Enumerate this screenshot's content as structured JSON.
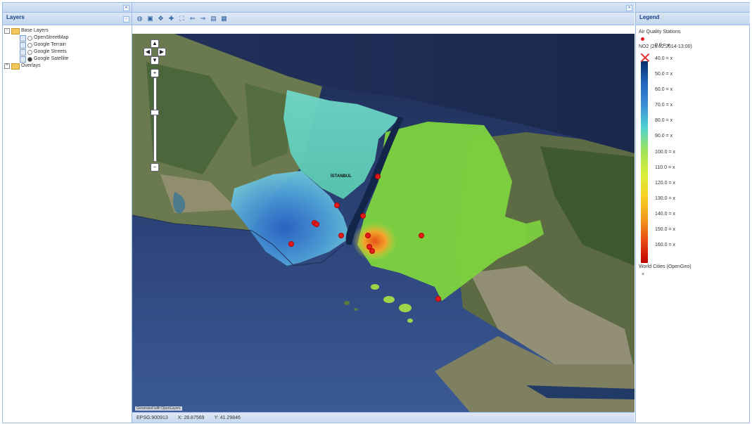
{
  "left_panel": {
    "title": "Layers",
    "tree": [
      {
        "label": "Base Layers",
        "type": "folder",
        "expander": "-"
      },
      {
        "label": "OpenStreetMap",
        "type": "layer",
        "selected": false
      },
      {
        "label": "Google Terrain",
        "type": "layer",
        "selected": false
      },
      {
        "label": "Google Streets",
        "type": "layer",
        "selected": false
      },
      {
        "label": "Google Satellite",
        "type": "layer",
        "selected": true
      },
      {
        "label": "Overlays",
        "type": "folder",
        "expander": "+"
      }
    ]
  },
  "toolbar": {
    "icons": [
      "globe-icon",
      "zoom-box-icon",
      "pan-icon",
      "zoom-in-icon",
      "zoom-extent-icon",
      "back-icon",
      "forward-icon",
      "layer-props-icon",
      "print-icon"
    ],
    "glyphs": [
      "◍",
      "▣",
      "✥",
      "✚",
      "⛶",
      "⇐",
      "⇒",
      "▤",
      "▦"
    ]
  },
  "map": {
    "city_label": "İSTANBUL",
    "attribution": "Generated with OpenLayers",
    "zoom_in": "+",
    "zoom_out": "−",
    "pan_glyphs": [
      "▲",
      "◀",
      "▶",
      "▼"
    ],
    "stations_count": 12
  },
  "status_bar": {
    "projection": "EPSG:900913",
    "x": "X: 28.87569",
    "y": "Y: 41.29846"
  },
  "legend": {
    "title": "Legend",
    "stations_title": "Air Quality Stations",
    "no2_title": "NO2 (26.02.2014-13:00)",
    "scale_labels": [
      "0.0 = x",
      "40.0 = x",
      "50.0 = x",
      "60.0 = x",
      "70.0 = x",
      "80.0 = x",
      "90.0 = x",
      "100.0 = x",
      "110.0 = x",
      "120.0 = x",
      "130.0 = x",
      "140.0 = x",
      "150.0 = x",
      "160.0 = x"
    ],
    "ramp_colors": [
      "#08306b",
      "#2166c0",
      "#3b8fd8",
      "#4fd3d2",
      "#9fe35a",
      "#d8ef3a",
      "#f7d020",
      "#f39a1c",
      "#e64a12",
      "#c00000"
    ],
    "world_cities": "World Cities (OpenGeo)",
    "world_cities_marker": "×"
  }
}
